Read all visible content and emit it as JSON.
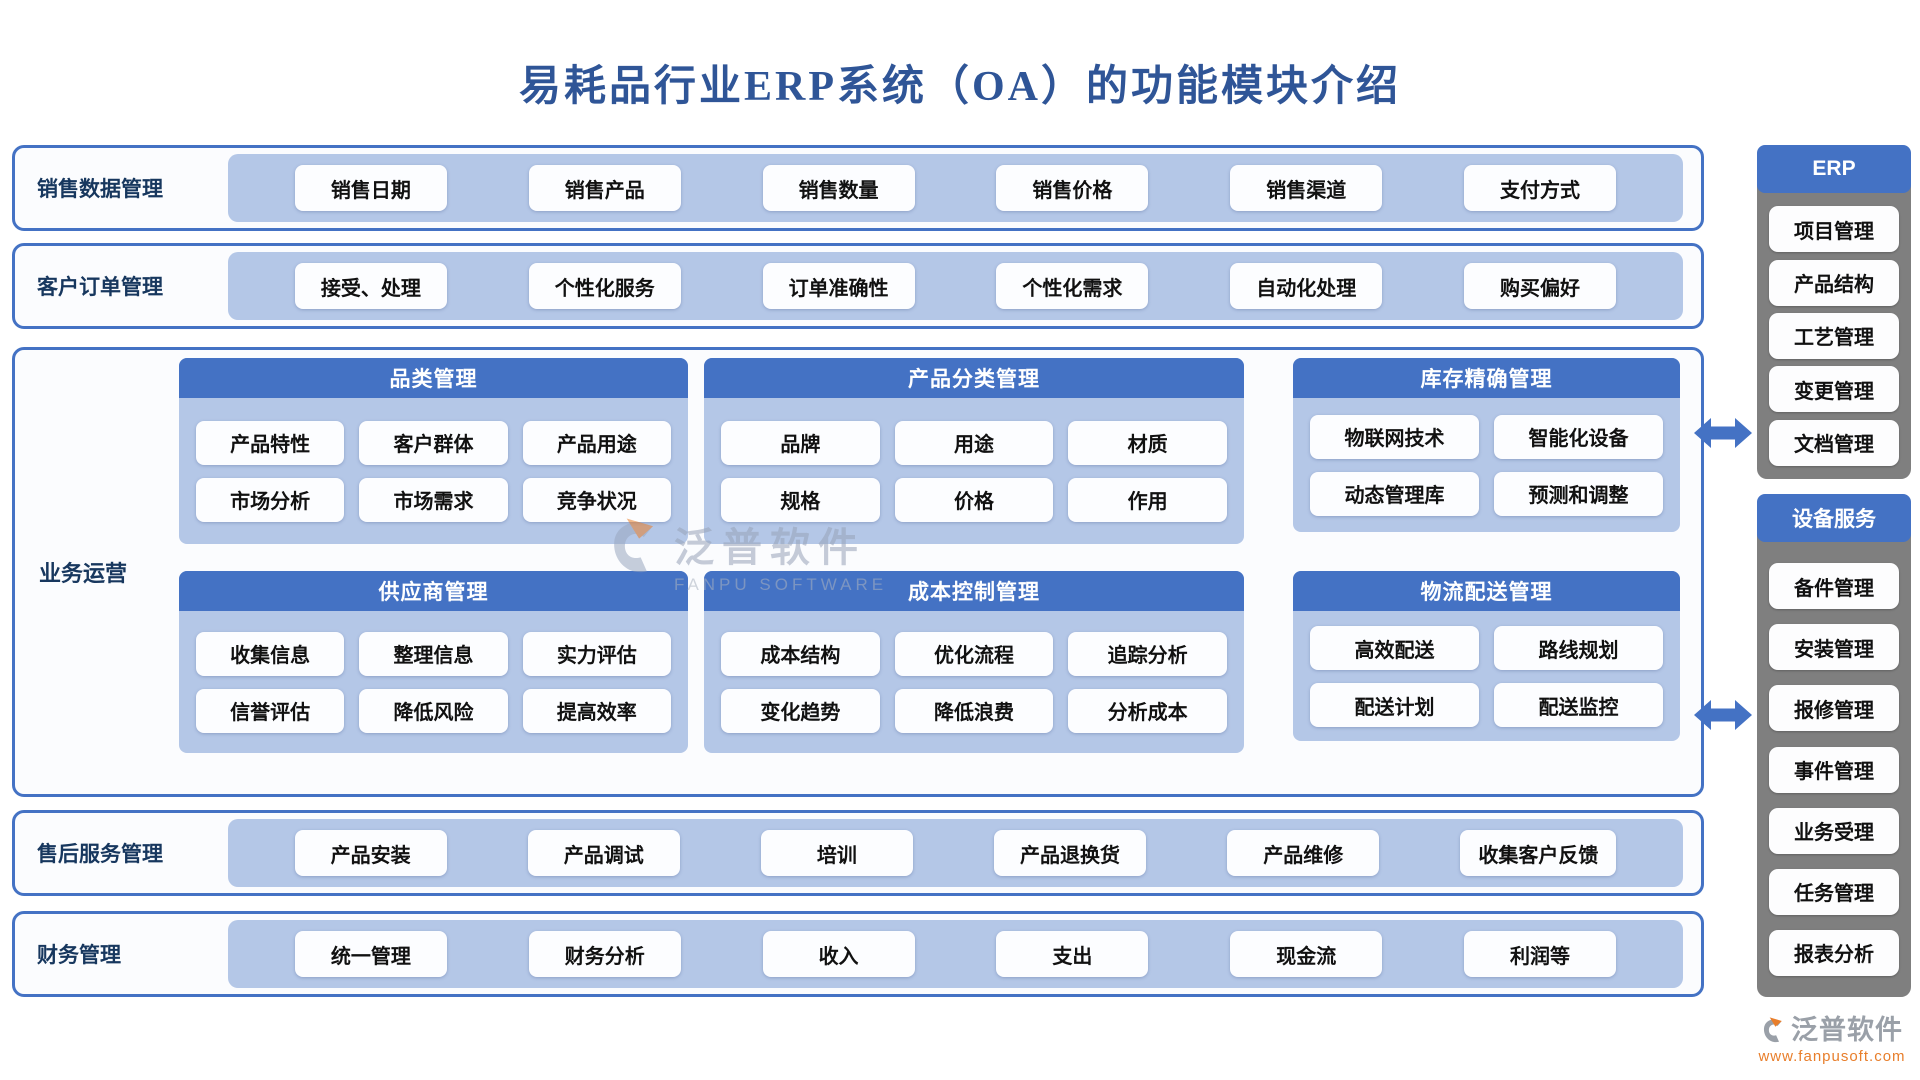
{
  "colors": {
    "blue": "#4472C4",
    "light-blue": "#B4C7E7",
    "gray": "#7F7F7F",
    "title-blue": "#2F5597",
    "label-navy": "#17375E",
    "orange": "#E87E2B",
    "wm-gray": "#98A3B8",
    "btn-bg": "#FCFDFF",
    "box-bg": "#FBFCFE"
  },
  "title": "易耗品行业ERP系统（OA）的功能模块介绍",
  "rows": {
    "sales": {
      "label": "销售数据管理",
      "items": [
        "销售日期",
        "销售产品",
        "销售数量",
        "销售价格",
        "销售渠道",
        "支付方式"
      ]
    },
    "orders": {
      "label": "客户订单管理",
      "items": [
        "接受、处理",
        "个性化服务",
        "订单准确性",
        "个性化需求",
        "自动化处理",
        "购买偏好"
      ]
    },
    "after_sales": {
      "label": "售后服务管理",
      "items": [
        "产品安装",
        "产品调试",
        "培训",
        "产品退换货",
        "产品维修",
        "收集客户反馈"
      ]
    },
    "finance": {
      "label": "财务管理",
      "items": [
        "统一管理",
        "财务分析",
        "收入",
        "支出",
        "现金流",
        "利润等"
      ]
    }
  },
  "business": {
    "label": "业务运营",
    "panels": [
      {
        "title": "品类管理",
        "items": [
          "产品特性",
          "客户群体",
          "产品用途",
          "市场分析",
          "市场需求",
          "竞争状况"
        ]
      },
      {
        "title": "产品分类管理",
        "items": [
          "品牌",
          "用途",
          "材质",
          "规格",
          "价格",
          "作用"
        ]
      },
      {
        "title": "库存精确管理",
        "items": [
          "物联网技术",
          "智能化设备",
          "动态管理库",
          "预测和调整"
        ]
      },
      {
        "title": "供应商管理",
        "items": [
          "收集信息",
          "整理信息",
          "实力评估",
          "信誉评估",
          "降低风险",
          "提高效率"
        ]
      },
      {
        "title": "成本控制管理",
        "items": [
          "成本结构",
          "优化流程",
          "追踪分析",
          "变化趋势",
          "降低浪费",
          "分析成本"
        ]
      },
      {
        "title": "物流配送管理",
        "items": [
          "高效配送",
          "路线规划",
          "配送计划",
          "配送监控"
        ]
      }
    ]
  },
  "sidebar": {
    "erp": {
      "title": "ERP",
      "items": [
        "项目管理",
        "产品结构",
        "工艺管理",
        "变更管理",
        "文档管理"
      ]
    },
    "device": {
      "title": "设备服务",
      "items": [
        "备件管理",
        "安装管理",
        "报修管理",
        "事件管理",
        "业务受理",
        "任务管理",
        "报表分析"
      ]
    }
  },
  "watermark": {
    "name": "泛普软件",
    "sub": "FANPU SOFTWARE"
  },
  "footer": {
    "name": "泛普软件",
    "url": "www.fanpusoft.com"
  }
}
